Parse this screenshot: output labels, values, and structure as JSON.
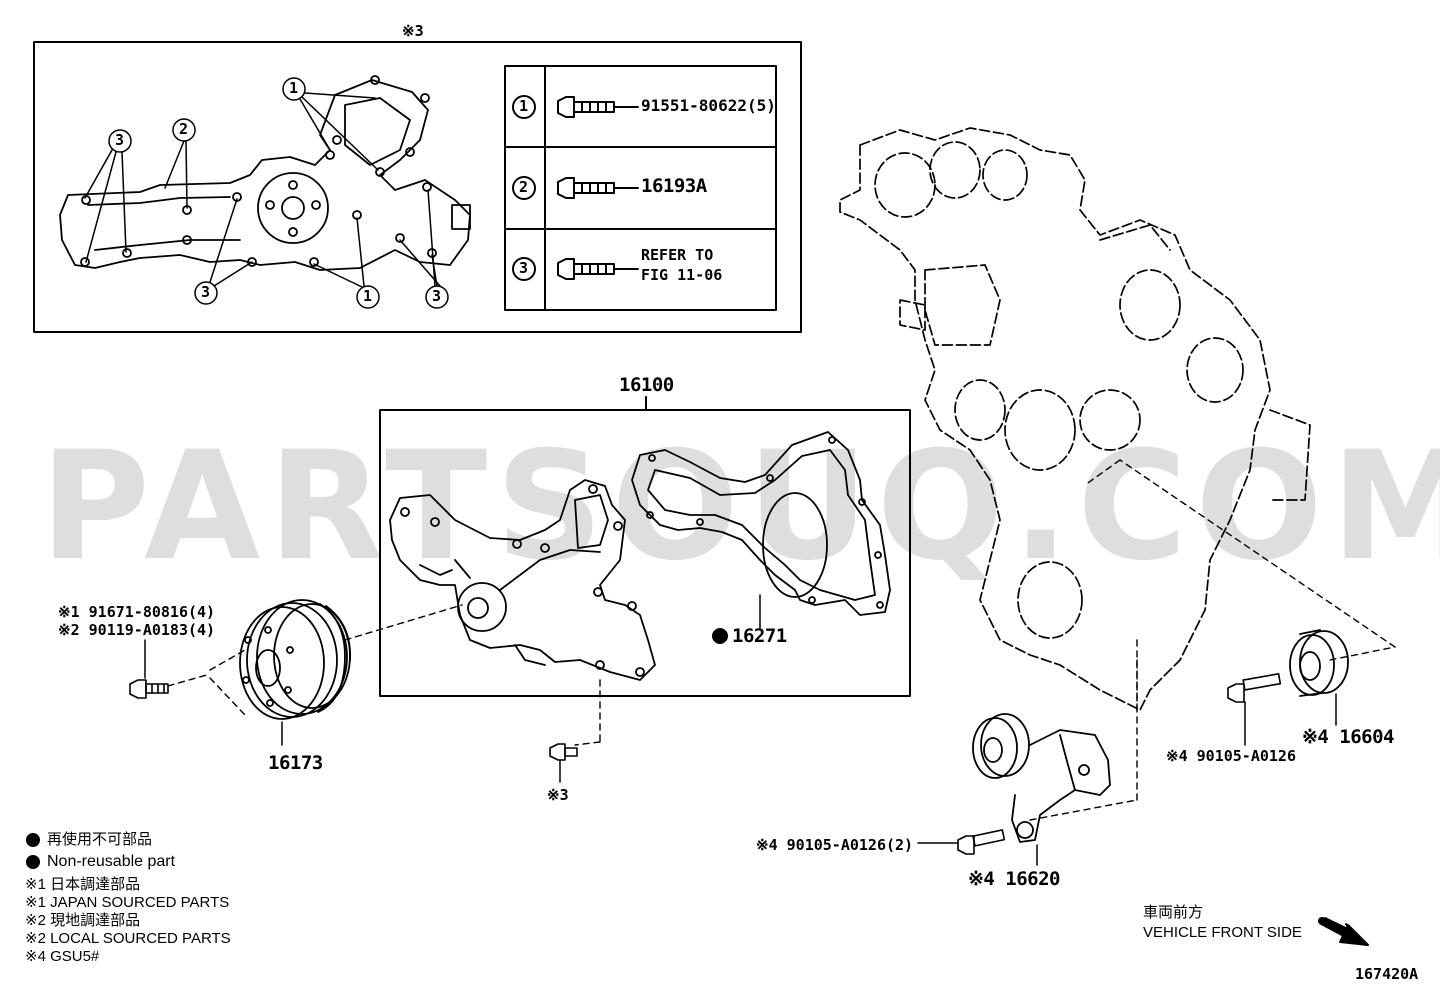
{
  "watermark": "PARTSOUQ.COM",
  "inset": {
    "title": "※3",
    "rows": [
      {
        "num": "1",
        "part": "91551-80622(5)"
      },
      {
        "num": "2",
        "part": "16193A"
      },
      {
        "num": "3",
        "part_line1": "REFER TO",
        "part_line2": "FIG 11-06"
      }
    ]
  },
  "parts": {
    "p16100": "16100",
    "p16271": "16271",
    "p16173": "16173",
    "note1": "※1 91671-80816(4)",
    "note2": "※2 90119-A0183(4)",
    "note3": "※3",
    "p16604": "※4 16604",
    "bolt16604": "※4 90105-A0126",
    "bolt16620": "※4 90105-A0126(2)",
    "p16620": "※4 16620"
  },
  "legend": {
    "jp_nonreuse": "再使用不可部品",
    "en_nonreuse": "Non-reusable part",
    "l1_jp": "※1  日本調達部品",
    "l1_en": "※1  JAPAN SOURCED PARTS",
    "l2_jp": "※2  現地調達部品",
    "l2_en": "※2  LOCAL SOURCED PARTS",
    "l4": "※4 GSU5#"
  },
  "direction": {
    "jp": "車両前方",
    "en": "VEHICLE FRONT SIDE"
  },
  "figure_code": "167420A"
}
